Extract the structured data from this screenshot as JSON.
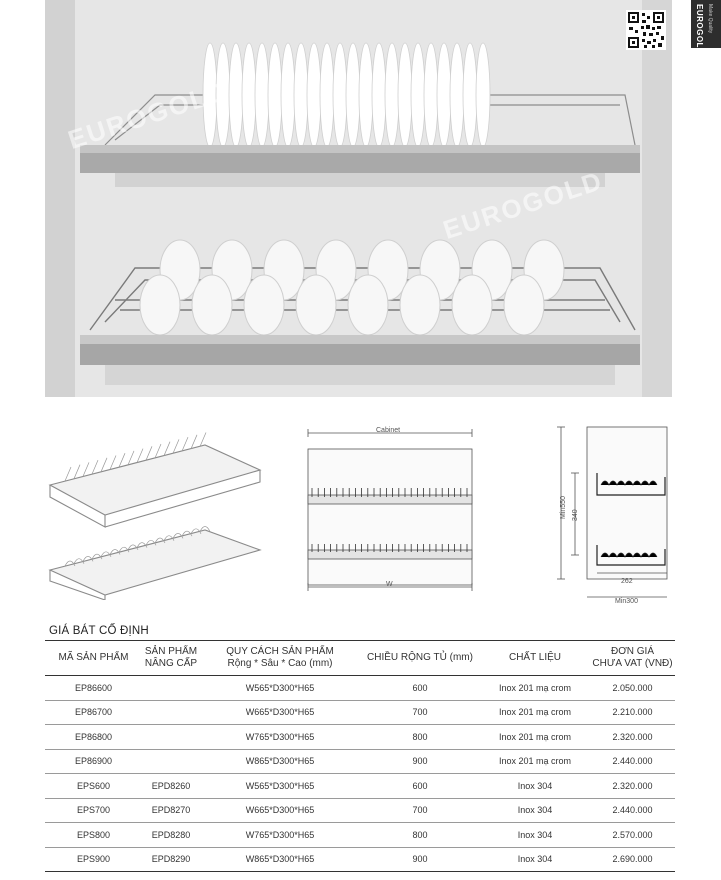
{
  "brand": {
    "watermark": "EUROGOLD",
    "side_tab": "EUROGOLD",
    "side_tab_sub": "Make Quality"
  },
  "drawings": {
    "front": {
      "top_label": "Cabinet",
      "bottom_label": "W"
    },
    "side": {
      "height_label": "Min550",
      "inner_height_label": "340",
      "depth_label": "262",
      "min_depth_label": "Min300"
    }
  },
  "section_title": "GIÁ BÁT CỐ ĐỊNH",
  "table": {
    "headers": {
      "code": "MÃ SẢN PHẨM",
      "upgrade_1": "SẢN PHẨM",
      "upgrade_2": "NÂNG CẤP",
      "spec_1": "QUY CÁCH SẢN PHẨM",
      "spec_2": "Rộng * Sâu * Cao (mm)",
      "width": "CHIỀU RỘNG TỦ (mm)",
      "material": "CHẤT LIỆU",
      "price_1": "ĐƠN GIÁ",
      "price_2": "CHƯA VAT (VNĐ)"
    },
    "rows": [
      {
        "code": "EP86600",
        "upgrade": "",
        "spec": "W565*D300*H65",
        "width": "600",
        "material": "Inox 201 mạ crom",
        "price": "2.050.000"
      },
      {
        "code": "EP86700",
        "upgrade": "",
        "spec": "W665*D300*H65",
        "width": "700",
        "material": "Inox 201 mạ crom",
        "price": "2.210.000"
      },
      {
        "code": "EP86800",
        "upgrade": "",
        "spec": "W765*D300*H65",
        "width": "800",
        "material": "Inox 201 mạ crom",
        "price": "2.320.000"
      },
      {
        "code": "EP86900",
        "upgrade": "",
        "spec": "W865*D300*H65",
        "width": "900",
        "material": "Inox 201 mạ crom",
        "price": "2.440.000"
      },
      {
        "code": "EPS600",
        "upgrade": "EPD8260",
        "spec": "W565*D300*H65",
        "width": "600",
        "material": "Inox 304",
        "price": "2.320.000"
      },
      {
        "code": "EPS700",
        "upgrade": "EPD8270",
        "spec": "W665*D300*H65",
        "width": "700",
        "material": "Inox 304",
        "price": "2.440.000"
      },
      {
        "code": "EPS800",
        "upgrade": "EPD8280",
        "spec": "W765*D300*H65",
        "width": "800",
        "material": "Inox 304",
        "price": "2.570.000"
      },
      {
        "code": "EPS900",
        "upgrade": "EPD8290",
        "spec": "W865*D300*H65",
        "width": "900",
        "material": "Inox 304",
        "price": "2.690.000"
      }
    ]
  }
}
